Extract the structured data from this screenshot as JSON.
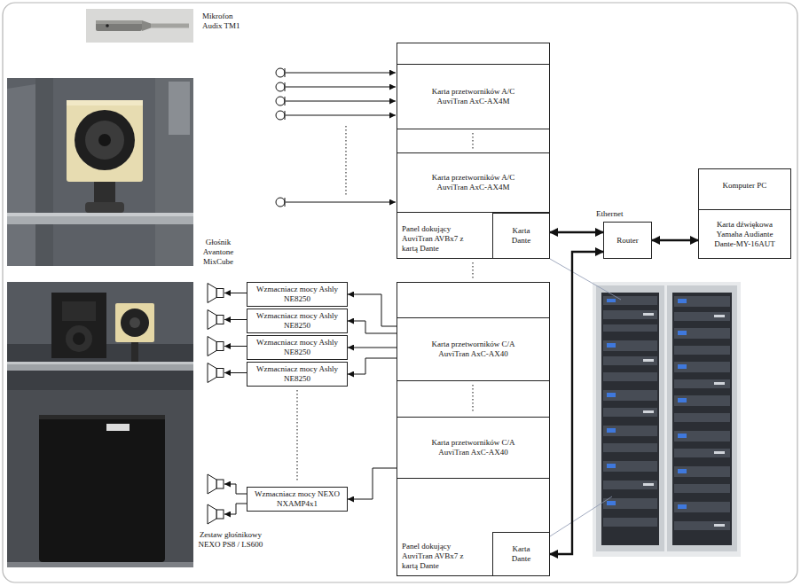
{
  "diagram": {
    "nodes": [
      {
        "text": [
          "Panel dokujący AuviTran AVBx7 z kartą Dante"
        ]
      },
      {
        "text": [
          "Karta przetworników A/C AuviTran AxC-AX4M"
        ],
        "in": 0
      },
      {
        "text": [
          "Karta przetworników A/C AuviTran AxC-AX4M"
        ],
        "in": 0
      },
      {
        "text": [
          "Karta Dante"
        ],
        "in": 0
      },
      {
        "text": [
          "Router"
        ]
      },
      {
        "text": [
          "Komputer PC"
        ]
      },
      {
        "text": [
          "Karta dźwiękowa Yamaha Audiante Dante-MY-16AUT"
        ],
        "in": 5
      },
      {
        "text": [
          "Wzmacniacz mocy Ashly NE8250"
        ]
      },
      {
        "text": [
          "Wzmacniacz mocy Ashly NE8250"
        ]
      },
      {
        "text": [
          "Wzmacniacz mocy Ashly NE8250"
        ]
      },
      {
        "text": [
          "Wzmacniacz mocy Ashly NE8250"
        ]
      },
      {
        "text": [
          "Panel dokujący AuviTran AVBx7 z kartą Dante"
        ]
      },
      {
        "text": [
          "Karta przetworników C/A AuviTran AxC-AX40"
        ],
        "in": 11
      },
      {
        "text": [
          "Karta przetworników C/A AuviTran AxC-AX40"
        ],
        "in": 11
      },
      {
        "text": [
          "Karta Dante"
        ],
        "in": 11
      },
      {
        "text": [
          "Wzmacniacz mocy NEXO NXAMP4x1"
        ]
      }
    ],
    "edges": [
      {
        "from": 3,
        "to": 4,
        "arrow": "both"
      },
      {
        "from": 4,
        "to": 6,
        "arrow": "both"
      },
      {
        "from": 14,
        "to": 4,
        "arrow": "both"
      },
      {
        "from": 12,
        "to": 7,
        "arrow": "to"
      },
      {
        "from": 12,
        "to": 8,
        "arrow": "to"
      },
      {
        "from": 12,
        "to": 9,
        "arrow": "to"
      },
      {
        "from": 12,
        "to": 10,
        "arrow": "to"
      },
      {
        "from": 13,
        "to": 15,
        "arrow": "to"
      }
    ],
    "labels": [
      "Mikrofon Audix TM1",
      "Głośnik Avantone MixCube",
      "Zestaw głośnikowy NEXO PS8 / LS600",
      "Ethernet"
    ]
  }
}
